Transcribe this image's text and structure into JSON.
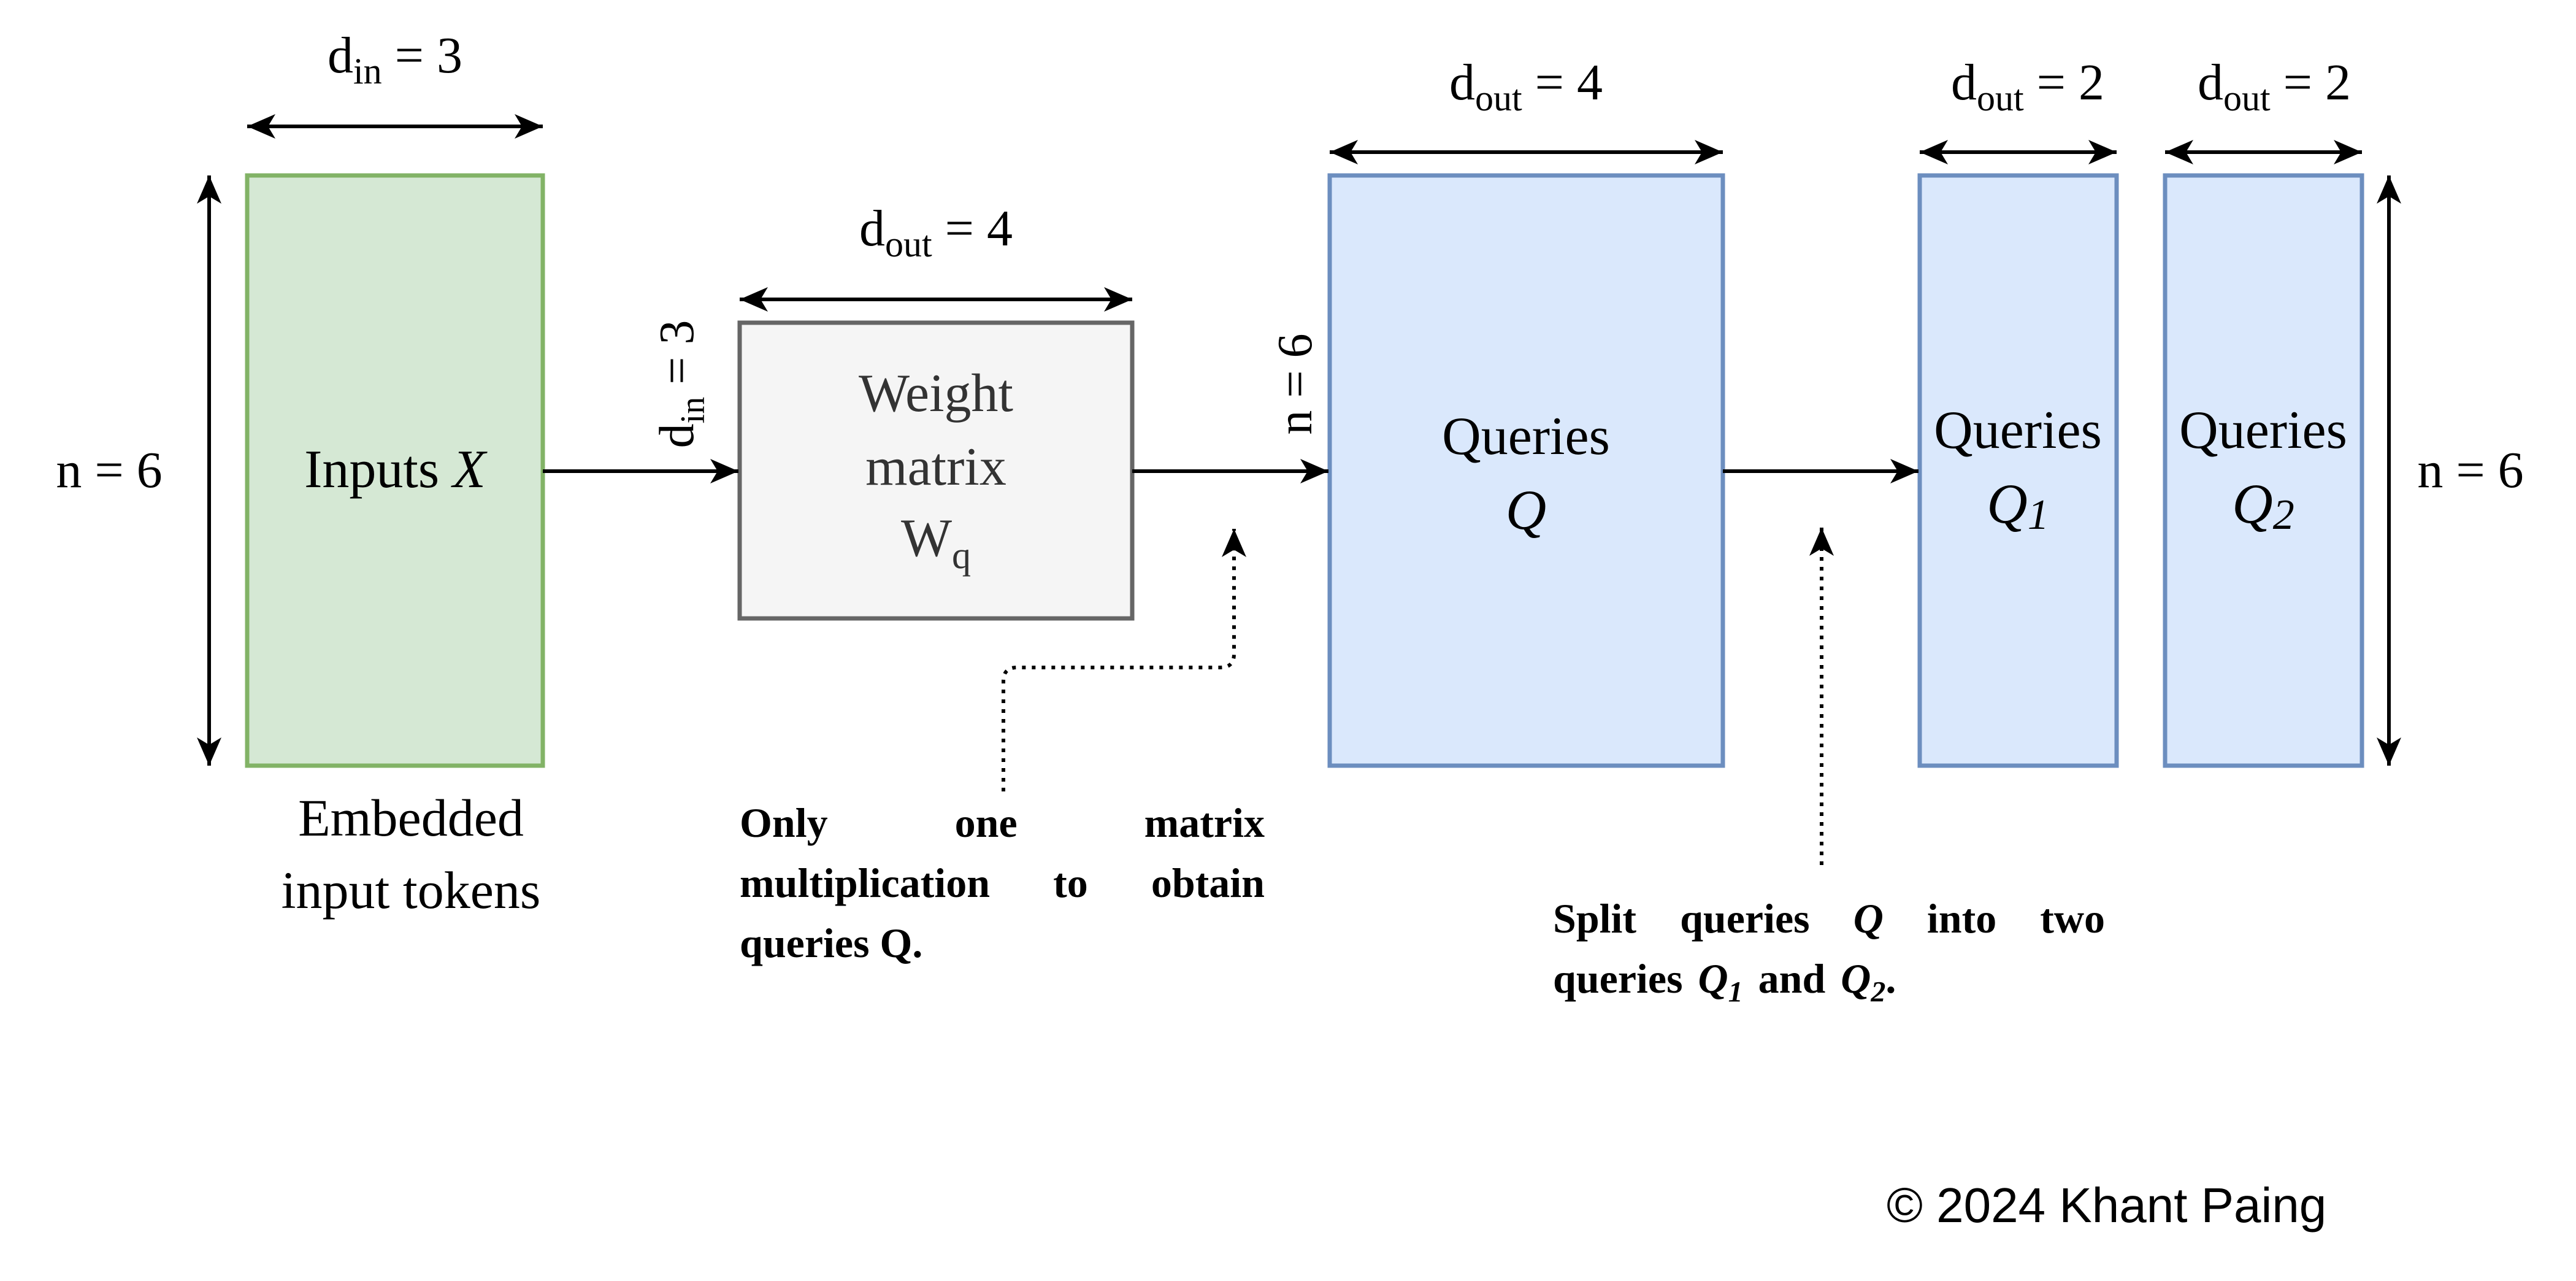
{
  "colors": {
    "inputs_fill": "#d5e8d4",
    "inputs_stroke": "#82b366",
    "weight_fill": "#f5f5f5",
    "weight_stroke": "#666666",
    "weight_text": "#333333",
    "queries_fill": "#dae8fc",
    "queries_stroke": "#6c8ebf",
    "line": "#000000"
  },
  "dims": {
    "inputs_top": {
      "base": "d",
      "sub": "in",
      "rest": " = 3"
    },
    "inputs_left": "n = 6",
    "weight_top": {
      "base": "d",
      "sub": "out",
      "rest": " = 4"
    },
    "weight_left": {
      "base": "d",
      "sub": "in",
      "rest": " = 3"
    },
    "queries_top": {
      "base": "d",
      "sub": "out",
      "rest": " = 4"
    },
    "queries_left": "n = 6",
    "q1_top": {
      "base": "d",
      "sub": "out",
      "rest": " = 2"
    },
    "q2_top": {
      "base": "d",
      "sub": "out",
      "rest": " = 2"
    },
    "right": "n = 6"
  },
  "boxes": {
    "inputs": {
      "label": "Inputs ",
      "var": "X"
    },
    "weight": {
      "line1": "Weight",
      "line2": "matrix",
      "base": "W",
      "sub": "q"
    },
    "queries": {
      "line1": "Queries",
      "var": "Q"
    },
    "q1": {
      "line1": "Queries",
      "var": "Q",
      "sub": "1"
    },
    "q2": {
      "line1": "Queries",
      "var": "Q",
      "sub": "2"
    }
  },
  "captions": {
    "embedded_line1": "Embedded",
    "embedded_line2": "input tokens"
  },
  "notes": {
    "matmul": "Only one matrix multiplication to obtain queries Q.",
    "split": {
      "part1": "Split queries ",
      "q": "Q",
      "part2": " into two queries ",
      "q1": "Q",
      "q1_sub": "1",
      "part3": " and ",
      "q2": "Q",
      "q2_sub": "2",
      "part4": "."
    }
  },
  "copyright": "© 2024 Khant Paing"
}
